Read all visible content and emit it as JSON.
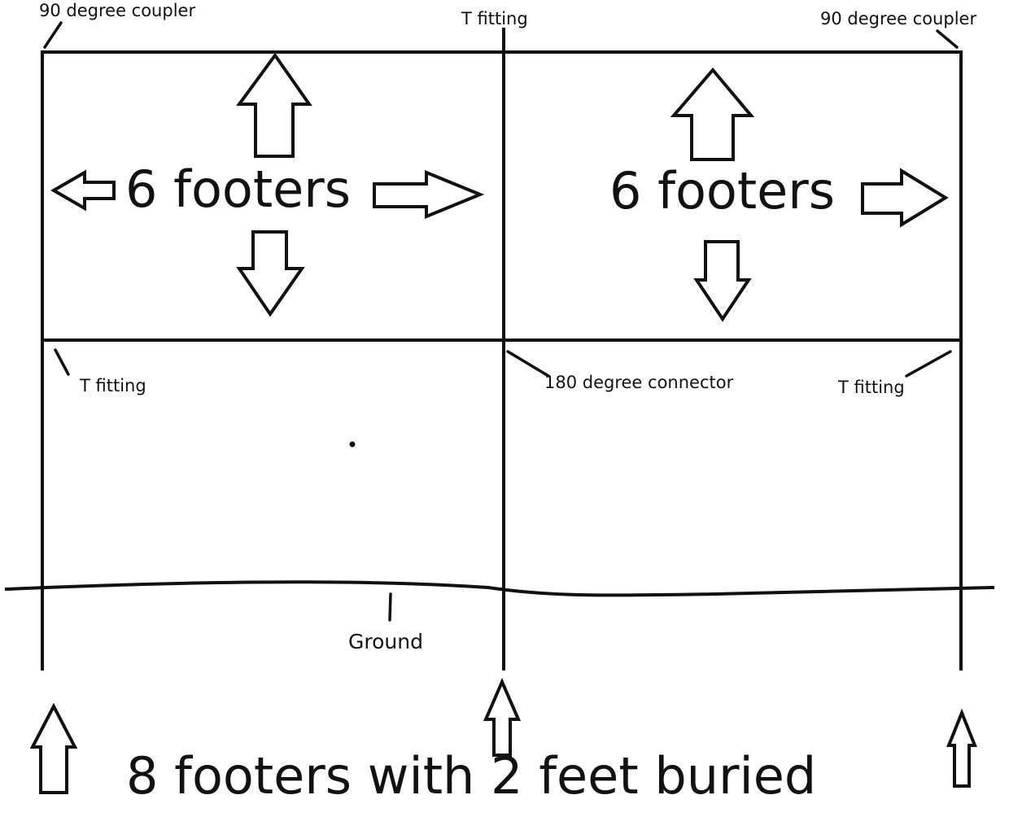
{
  "labels": {
    "coupler_left": "90 degree coupler",
    "t_top": "T fitting",
    "coupler_right": "90 degree coupler",
    "t_left": "T fitting",
    "connector_180": "180 degree connector",
    "t_right": "T fitting",
    "ground": "Ground"
  },
  "sections": {
    "left": "6 footers",
    "right": "6 footers"
  },
  "caption": "8 footers with 2 feet buried",
  "colors": {
    "line": "#111111",
    "background": "#ffffff"
  }
}
